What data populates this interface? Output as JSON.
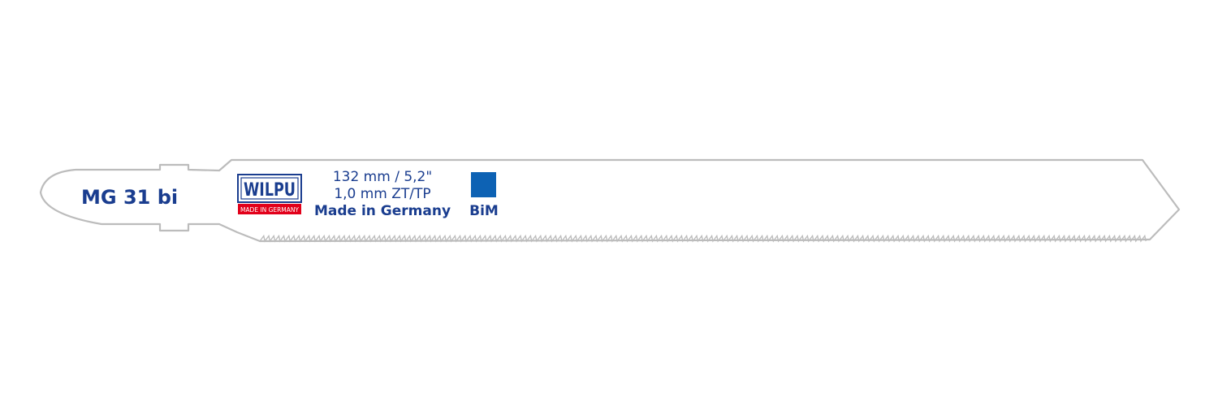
{
  "blade": {
    "model": "MG 31 bi",
    "specs": [
      "132 mm / 5,2\"",
      "1,0 mm ZT/TP",
      "Made in Germany"
    ],
    "material": "BiM",
    "outline_color": "#bcbcbc"
  },
  "logo": {
    "brand": "WILPU",
    "tagline": "MADE IN GERMANY",
    "brand_color": "#1a3d8f",
    "tagline_bg": "#e2001a"
  },
  "material_swatch_color": "#0d62b4"
}
